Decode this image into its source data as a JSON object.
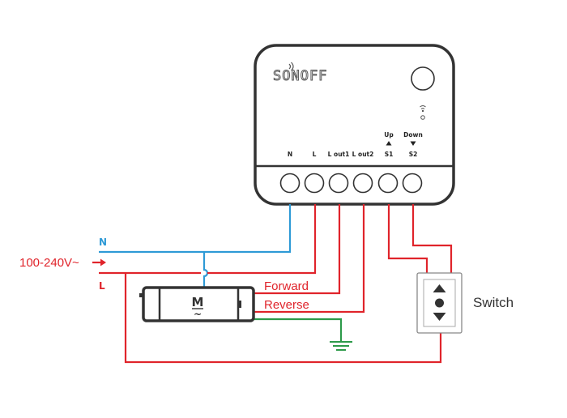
{
  "device": {
    "brand": "SONOFF",
    "terminals": [
      "N",
      "L",
      "L out1",
      "L out2",
      "S1",
      "S2"
    ],
    "s1_direction": "Up",
    "s2_direction": "Down"
  },
  "supply": {
    "voltage_label": "100-240V~",
    "neutral_label": "N",
    "live_label": "L"
  },
  "motor": {
    "symbol": "M",
    "ac_symbol": "~",
    "forward_label": "Forward",
    "reverse_label": "Reverse"
  },
  "switch": {
    "label": "Switch"
  },
  "colors": {
    "live": "#e0242b",
    "neutral": "#2e9ad6",
    "earth": "#2d9a4a",
    "device_outline": "#333333"
  }
}
